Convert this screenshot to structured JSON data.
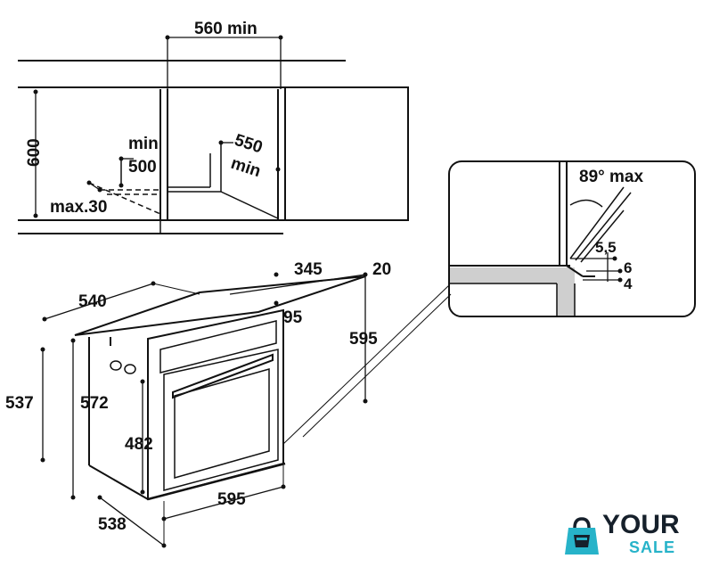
{
  "diagram": {
    "cabinet": {
      "width_label": "560 min",
      "height_label": "600",
      "opening_min_label": "min",
      "opening_500_label": "500",
      "depth_550_label": "550",
      "depth_min_label": "min",
      "max30_label": "max.30"
    },
    "detail": {
      "angle_label": "89° max",
      "d55_label": "5,5",
      "d6_label": "6",
      "d4_label": "4"
    },
    "oven": {
      "d540_label": "540",
      "d345_label": "345",
      "d20_label": "20",
      "d95_label": "95",
      "d595_height_label": "595",
      "d537_label": "537",
      "d572_label": "572",
      "d482_label": "482",
      "d595_width_label": "595",
      "d538_label": "538"
    }
  },
  "logo": {
    "top_text": "YOUR",
    "bottom_text": "SALE",
    "colors": {
      "dark": "#16202b",
      "accent": "#27b3c9"
    }
  }
}
